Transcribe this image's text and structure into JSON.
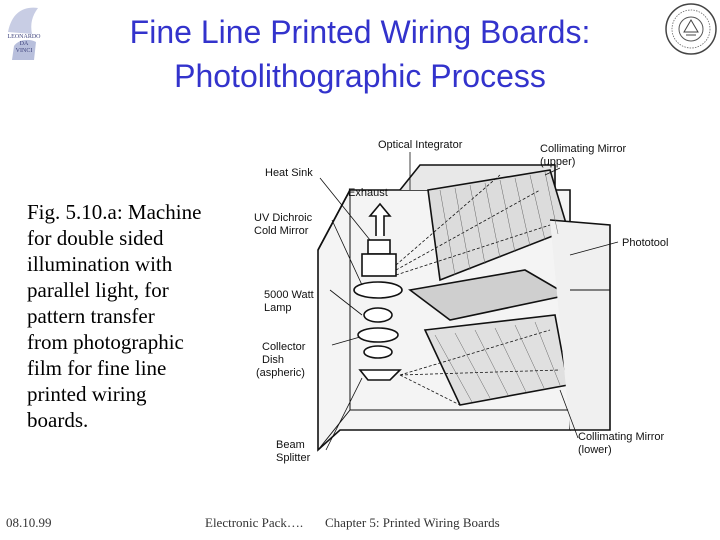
{
  "title": {
    "line1": "Fine Line Printed Wiring Boards:",
    "line2": "Photolithographic  Process"
  },
  "caption": {
    "lines": [
      "Fig. 5.10.a: Machine",
      "for double sided",
      "illumination with",
      "parallel light, for",
      "pattern transfer",
      "from photographic",
      "film for fine line",
      "printed wiring",
      "boards."
    ]
  },
  "diagram_labels": {
    "optical_integrator": "Optical Integrator",
    "collimating_upper_1": "Collimating Mirror",
    "collimating_upper_2": "(upper)",
    "heat_sink": "Heat Sink",
    "exhaust": "Exhaust",
    "uv_dichroic_1": "UV Dichroic",
    "uv_dichroic_2": "Cold Mirror",
    "phototool": "Phototool",
    "lamp_1": "5000 Watt",
    "lamp_2": "Lamp",
    "collector_1": "Collector",
    "collector_2": "Dish",
    "collector_3": "(aspheric)",
    "beam_1": "Beam",
    "beam_2": "Splitter",
    "collimating_lower_1": "Collimating Mirror",
    "collimating_lower_2": "(lower)"
  },
  "logo_left_text": [
    "LEONARDO",
    "DA",
    "VINCI"
  ],
  "footer": {
    "date": "08.10.99",
    "course": "Electronic Pack….",
    "chapter": "Chapter 5: Printed Wiring Boards"
  },
  "colors": {
    "title": "#3333cc",
    "text": "#000000"
  }
}
